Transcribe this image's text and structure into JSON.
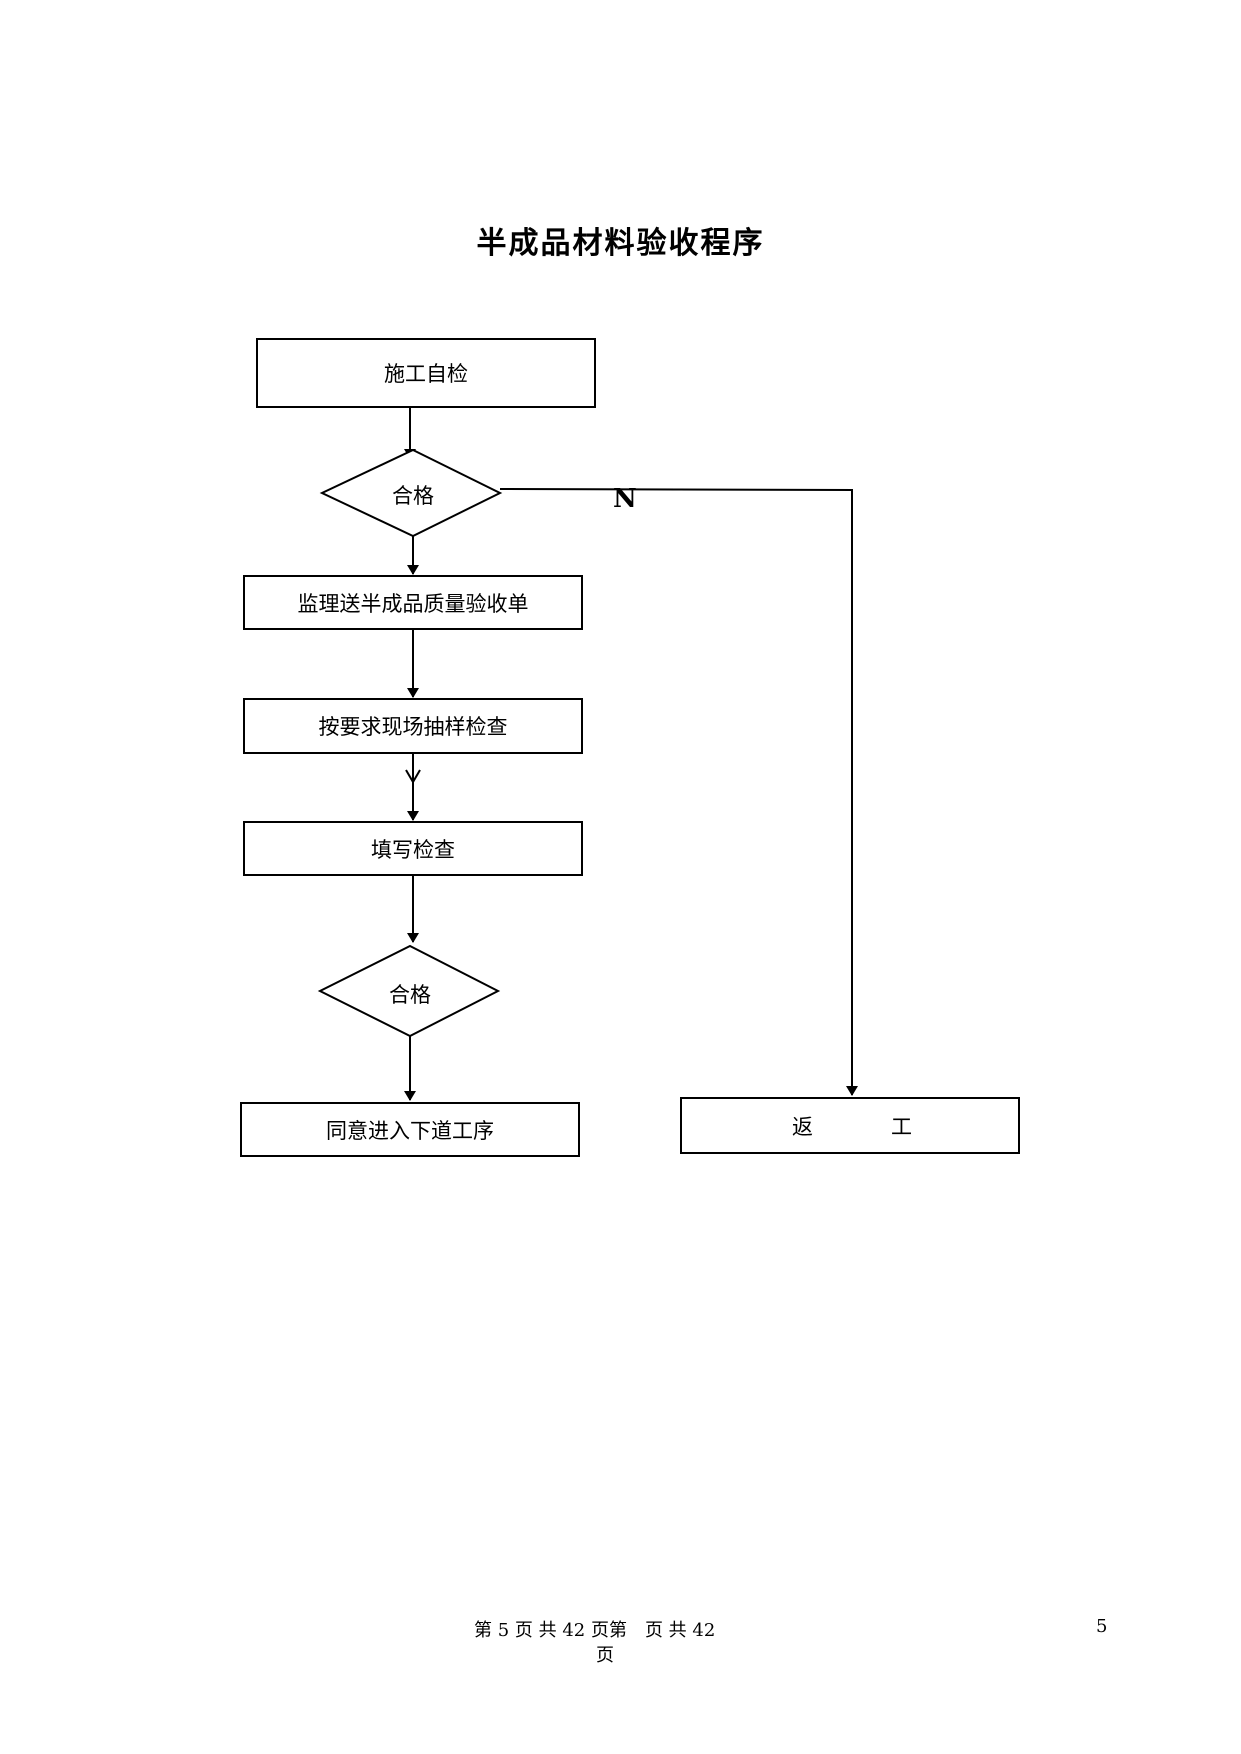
{
  "title": "半成品材料验收程序",
  "nodes": {
    "self_check": "施工自检",
    "decision1": "合格",
    "supervisor_form": "监理送半成品质量验收单",
    "sampling": "按要求现场抽样检查",
    "fill_check": "填写检查",
    "decision2": "合格",
    "next_step": "同意进入下道工序",
    "rework_left": "返",
    "rework_right": "工"
  },
  "no_label": "N",
  "footer": {
    "line1": "第 5 页 共 42 页第　页 共 42",
    "line2": "页",
    "page_number": "5"
  }
}
